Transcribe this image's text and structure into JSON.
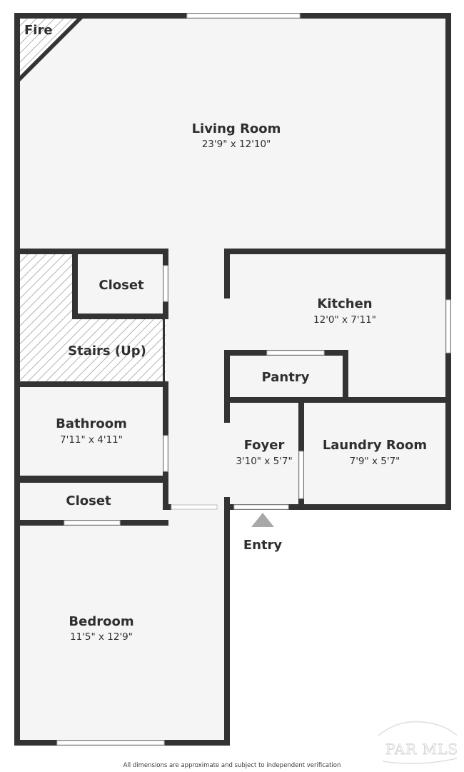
{
  "rooms": {
    "fire": {
      "name": "Fire"
    },
    "living_room": {
      "name": "Living Room",
      "dimensions": "23'9\" x 12'10\""
    },
    "closet_upper": {
      "name": "Closet"
    },
    "kitchen": {
      "name": "Kitchen",
      "dimensions": "12'0\" x 7'11\""
    },
    "stairs": {
      "name": "Stairs (Up)"
    },
    "pantry": {
      "name": "Pantry"
    },
    "bathroom": {
      "name": "Bathroom",
      "dimensions": "7'11\" x 4'11\""
    },
    "foyer": {
      "name": "Foyer",
      "dimensions": "3'10\" x 5'7\""
    },
    "laundry_room": {
      "name": "Laundry Room",
      "dimensions": "7'9\" x 5'7\""
    },
    "closet_lower": {
      "name": "Closet"
    },
    "entry": {
      "name": "Entry"
    },
    "bedroom": {
      "name": "Bedroom",
      "dimensions": "11'5\" x 12'9\""
    }
  },
  "footer": {
    "disclaimer": "All dimensions are approximate and subject to independent verification"
  },
  "watermark": {
    "text": "PAR MLS"
  },
  "colors": {
    "wall": "#333333",
    "floor": "#f5f5f5",
    "window": "#ffffff",
    "text": "#2f2f2f",
    "entry_marker": "#a8a8a8"
  }
}
